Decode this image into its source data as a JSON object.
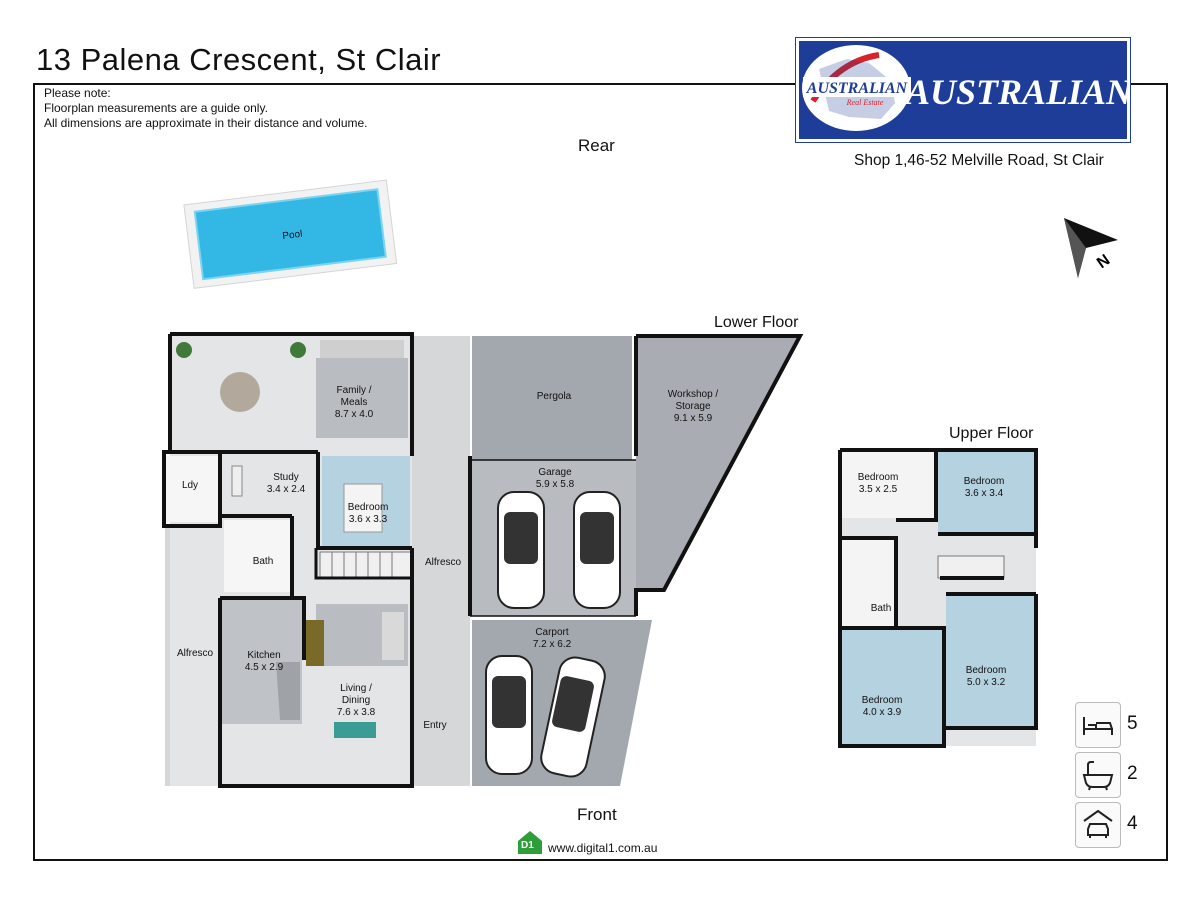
{
  "title": "13 Palena Crescent, St Clair",
  "notes": {
    "heading": "Please note:",
    "line1": "Floorplan measurements are a guide only.",
    "line2": "All dimensions are approximate in their distance and volume."
  },
  "logo": {
    "badge_text": "AUSTRALIAN",
    "badge_sub": "Real Estate",
    "wordmark": "AUSTRALIAN",
    "bg_color": "#1d3d98"
  },
  "address": "Shop 1,46-52 Melville Road, St Clair",
  "orientation": {
    "rear": "Rear",
    "front": "Front",
    "north": "N"
  },
  "floors": {
    "lower": "Lower Floor",
    "upper": "Upper Floor"
  },
  "pool": "Pool",
  "rooms": {
    "family": {
      "name": "Family / Meals",
      "size": "8.7 x 4.0"
    },
    "study": {
      "name": "Study",
      "size": "3.4 x 2.4"
    },
    "ldy": {
      "name": "Ldy"
    },
    "bedroom_lower": {
      "name": "Bedroom",
      "size": "3.6 x 3.3"
    },
    "bath_lower": {
      "name": "Bath"
    },
    "kitchen": {
      "name": "Kitchen",
      "size": "4.5 x 2.9"
    },
    "living": {
      "name": "Living / Dining",
      "size": "7.6 x 3.8"
    },
    "alfresco_left": {
      "name": "Alfresco"
    },
    "alfresco_mid": {
      "name": "Alfresco"
    },
    "entry": {
      "name": "Entry"
    },
    "pergola": {
      "name": "Pergola"
    },
    "workshop": {
      "name": "Workshop / Storage",
      "size": "9.1 x 5.9"
    },
    "garage": {
      "name": "Garage",
      "size": "5.9 x 5.8"
    },
    "carport": {
      "name": "Carport",
      "size": "7.2 x 6.2"
    },
    "up_bed1": {
      "name": "Bedroom",
      "size": "3.5 x 2.5"
    },
    "up_bed2": {
      "name": "Bedroom",
      "size": "3.6 x 3.4"
    },
    "up_bath": {
      "name": "Bath"
    },
    "up_bed3": {
      "name": "Bedroom",
      "size": "4.0 x 3.9"
    },
    "up_bed4": {
      "name": "Bedroom",
      "size": "5.0 x 3.2"
    }
  },
  "features": {
    "bedrooms": {
      "icon": "bed-icon",
      "count": "5"
    },
    "bathrooms": {
      "icon": "bathtub-icon",
      "count": "2"
    },
    "parking": {
      "icon": "car-garage-icon",
      "count": "4"
    }
  },
  "footer": {
    "badge": "D1",
    "url": "www.digital1.com.au"
  }
}
